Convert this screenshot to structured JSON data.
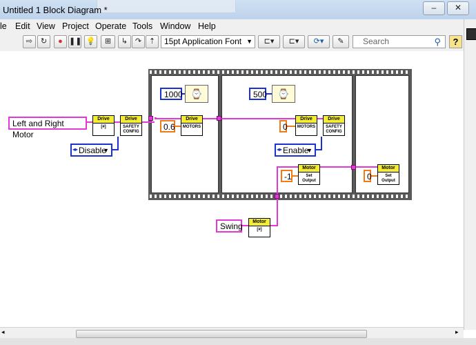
{
  "window": {
    "title": "Untitled 1 Block Diagram *",
    "minimize": "–",
    "close": "✕"
  },
  "menu": [
    "le",
    "Edit",
    "View",
    "Project",
    "Operate",
    "Tools",
    "Window",
    "Help"
  ],
  "toolbar": {
    "font_select": "15pt Application Font",
    "search_placeholder": "Search",
    "help_label": "?"
  },
  "diagram": {
    "drive_label": "Left and Right Motor",
    "disable_enum": "Disable",
    "enable_enum": "Enable",
    "swing_label": "Swing",
    "wait_1": "1000",
    "wait_2": "500",
    "const_06": "0.6",
    "const_0_a": "0",
    "const_neg1": "-1",
    "const_0_b": "0",
    "vi_labels": {
      "drive_hdr": "Drive",
      "safety_body": "SAFETY CONFIG",
      "motors_body": "MOTORS",
      "motor_hdr": "Motor",
      "set_output_body": "Set Output"
    }
  },
  "colors": {
    "wire_pink": "#e238d6",
    "wire_orange": "#ef7a18",
    "wire_blue": "#1c2fd0",
    "vi_header": "#f4ec35"
  }
}
